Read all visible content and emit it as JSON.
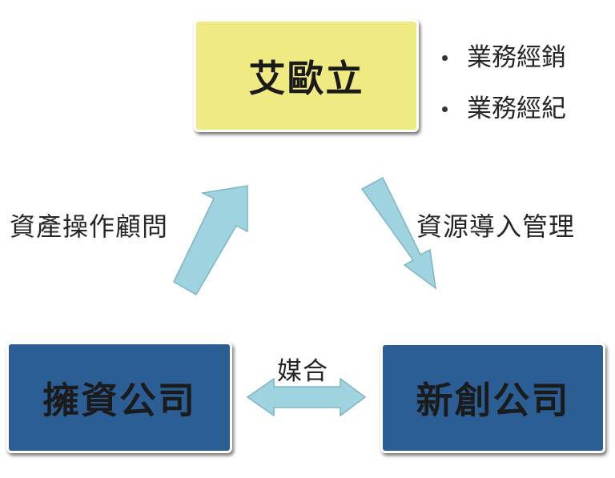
{
  "colors": {
    "top_box": "#f0ea82",
    "company_box": "#2a5e95",
    "arrow_fill": "#9fd3df",
    "arrow_stroke": "#7cb6c6"
  },
  "nodes": {
    "center": "艾歐立",
    "left": "擁資公司",
    "right": "新創公司"
  },
  "services": [
    "業務經銷",
    "業務經紀"
  ],
  "edges": {
    "left_to_center": "資產操作顧問",
    "center_to_right": "資源導入管理",
    "left_right": "媒合"
  }
}
